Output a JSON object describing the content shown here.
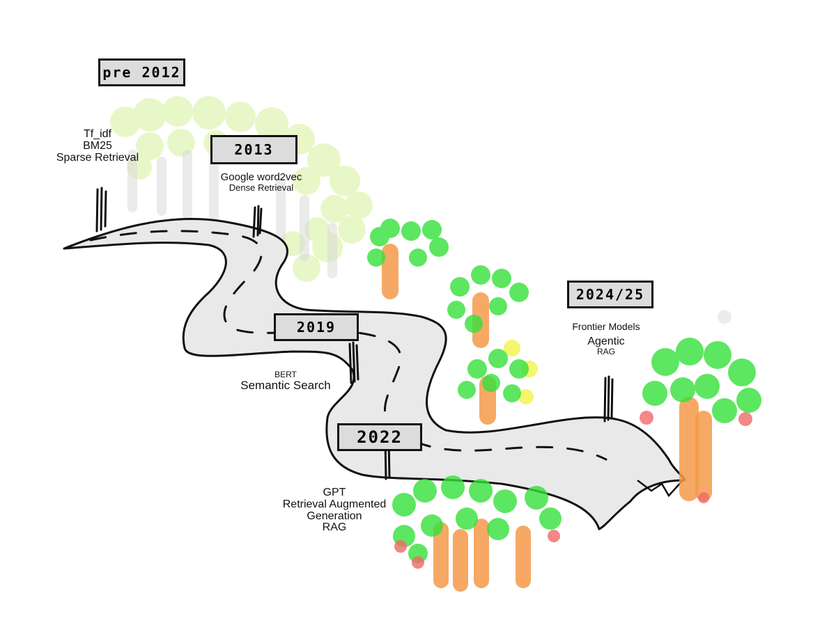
{
  "milestones": [
    {
      "year": "pre 2012",
      "lines": [
        "Tf_idf",
        "BM25",
        "Sparse Retrieval"
      ]
    },
    {
      "year": "2013",
      "lines": [
        "Google word2vec",
        "Dense Retrieval"
      ]
    },
    {
      "year": "2019",
      "lines": [
        "BERT",
        "Semantic Search"
      ]
    },
    {
      "year": "2022",
      "lines": [
        "GPT",
        "Retrieval Augmented",
        "Generation",
        "RAG"
      ]
    },
    {
      "year": "2024/25",
      "lines": [
        "Frontier Models",
        "Agentic",
        "RAG"
      ]
    }
  ],
  "colors": {
    "road_fill": "#e9e9e9",
    "road_outline": "#111111",
    "tag_fill": "#dcdcdc",
    "foliage_green": "#35e03a",
    "foliage_light": "#c8f08a",
    "trunk_orange": "#f59a4a",
    "berry_red": "#f06a6a",
    "highlight_yellow": "#f3f34a"
  }
}
